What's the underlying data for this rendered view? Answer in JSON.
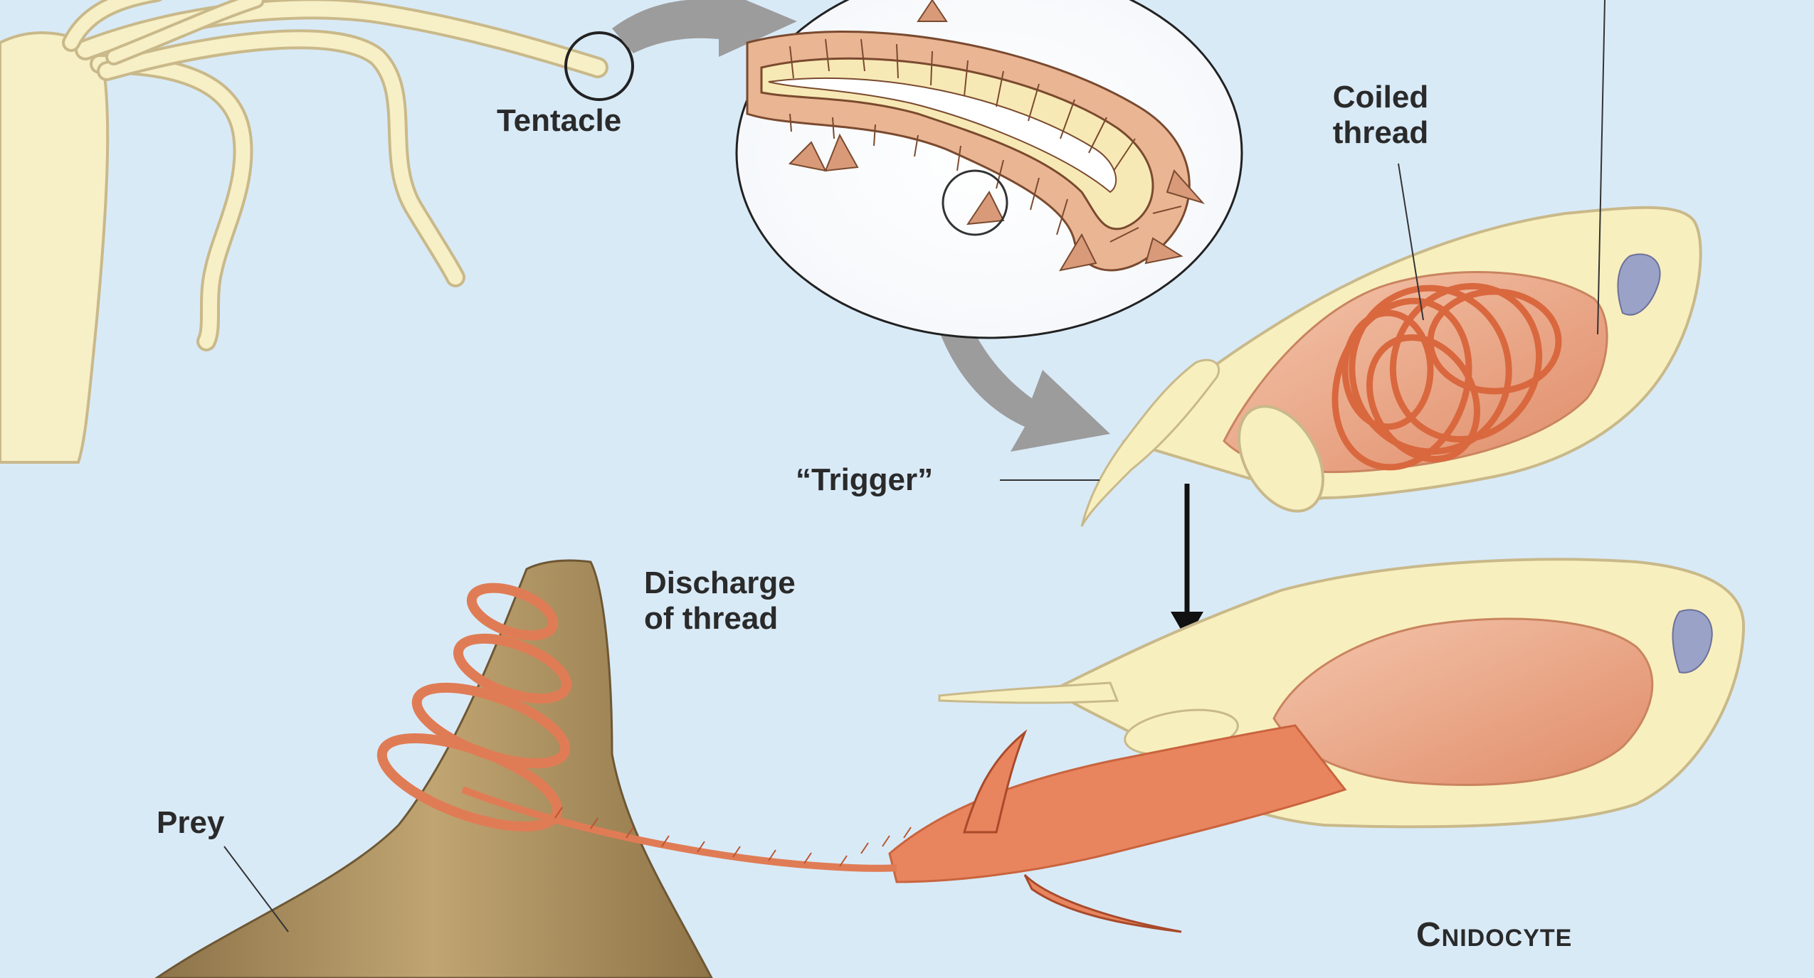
{
  "diagram": {
    "labels": {
      "tentacle": "Tentacle",
      "coiled_thread": "Coiled\nthread",
      "trigger": "“Trigger”",
      "discharge": "Discharge\nof thread",
      "prey": "Prey",
      "cnidocyte": "Cnidocyte"
    },
    "colors": {
      "background": "#d9eaf7",
      "hydra_body": "#f7efc6",
      "hydra_outline": "#c9b98a",
      "cell_body": "#f8efbe",
      "capsule": "#e9a88a",
      "thread": "#e07c55",
      "prey": "#a88b5b",
      "nucleus": "#9aa2c8",
      "arrow": "#9c9c9c"
    }
  }
}
